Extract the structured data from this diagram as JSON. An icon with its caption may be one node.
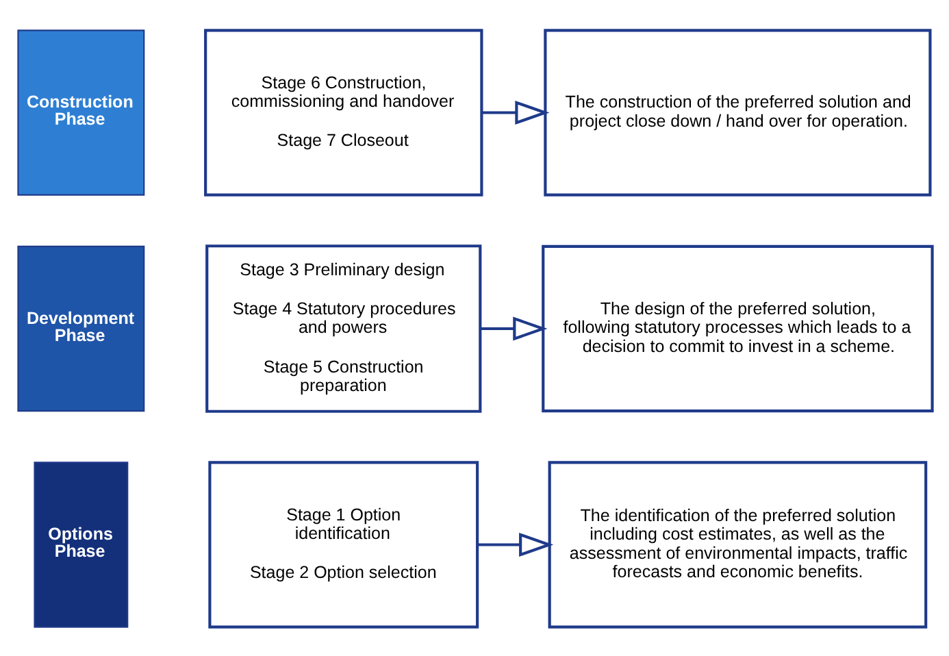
{
  "diagram": {
    "nodes": [
      {
        "text": [
          "Options Phase"
        ]
      },
      {
        "text": [
          "Stage 1 Option identification",
          "Stage 2 Option selection"
        ]
      },
      {
        "text": [
          "The identification of the preferred solution including cost estimates, as well as the assessment of environmental impacts, traffic forecasts and economic benefits."
        ]
      },
      {
        "text": [
          "Development Phase"
        ]
      },
      {
        "text": [
          "Stage 3 Preliminary design",
          "Stage 4 Statutory procedures and powers",
          "Stage 5 Construction preparation"
        ]
      },
      {
        "text": [
          "The design of the preferred solution, following statutory processes which leads to a decision to commit to invest in a scheme."
        ]
      },
      {
        "text": [
          "Construction Phase"
        ]
      },
      {
        "text": [
          "Stage 6 Construction, commissioning and handover",
          "Stage 7 Closeout"
        ]
      },
      {
        "text": [
          "The construction of the preferred solution and project close down / hand over for operation."
        ]
      }
    ],
    "edges": [
      {
        "from": 1,
        "to": 2,
        "arrow": "to"
      },
      {
        "from": 4,
        "to": 5,
        "arrow": "to"
      },
      {
        "from": 7,
        "to": 8,
        "arrow": "to"
      }
    ]
  }
}
